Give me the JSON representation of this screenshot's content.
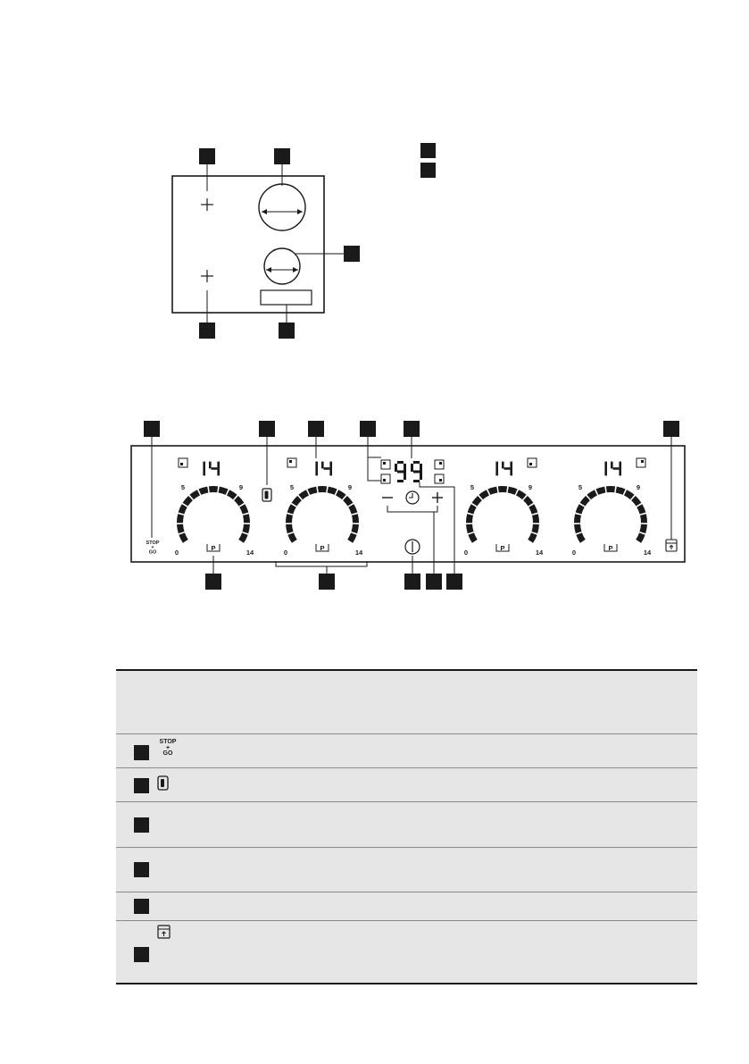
{
  "panel": {
    "scale_5": "5",
    "scale_9": "9",
    "scale_0": "0",
    "scale_14": "14",
    "display_level": "14",
    "timer_display": "99",
    "stop_go": [
      "STOP",
      "+",
      "GO"
    ],
    "timer_minus": "−",
    "timer_plus": "+",
    "power_boost_label": "P"
  },
  "icons": {
    "hob_diagram": "hob-layout-icon",
    "power_button": "power-icon",
    "bridge_button": "bridge-icon",
    "lock_button": "lock-icon",
    "clock": "clock-icon"
  },
  "table": {
    "rows": [
      {
        "icon": "stop-go-icon",
        "name": "",
        "description": ""
      },
      {
        "icon": "bridge-icon",
        "name": "",
        "description": ""
      },
      {
        "icon": "",
        "name": "",
        "description": ""
      },
      {
        "icon": "",
        "name": "",
        "description": ""
      },
      {
        "icon": "",
        "name": "",
        "description": ""
      },
      {
        "icon": "lock-icon",
        "name": "",
        "description": ""
      }
    ]
  },
  "colors": {
    "ink": "#1a1a1a",
    "table_bg": "#e6e6e6",
    "rule": "#8a8a8a"
  }
}
